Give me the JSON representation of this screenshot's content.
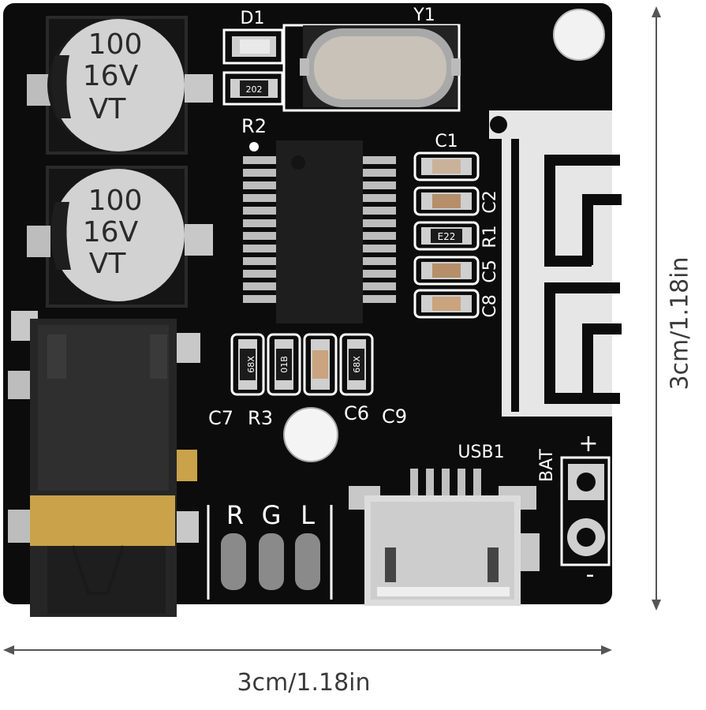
{
  "dimensions": {
    "width_label": "3cm/1.18in",
    "height_label": "3cm/1.18in"
  },
  "board": {
    "capacitors": [
      {
        "value": "100",
        "voltage": "16V",
        "series": "VT"
      },
      {
        "value": "100",
        "voltage": "16V",
        "series": "VT"
      }
    ],
    "designators": {
      "d1": "D1",
      "y1": "Y1",
      "r2": "R2",
      "c1": "C1",
      "c2": "C2",
      "r1": "R1",
      "c5": "C5",
      "c8": "C8",
      "c7": "C7",
      "r3": "R3",
      "c6": "C6",
      "c9": "C9",
      "usb1": "USB1",
      "bat": "BAT",
      "plus": "+",
      "minus": "-",
      "r": "R",
      "g": "G",
      "l": "L"
    },
    "smd_markings": {
      "r2": "202",
      "r1": "E22",
      "c7": "68X",
      "r3": "01B",
      "c9": "68X"
    },
    "colors": {
      "pcb": "#0c0c0c",
      "silkscreen": "#ffffff",
      "antenna": "#e6e6e6",
      "pad": "#d8d8d8",
      "gold": "#c9a24a"
    }
  }
}
